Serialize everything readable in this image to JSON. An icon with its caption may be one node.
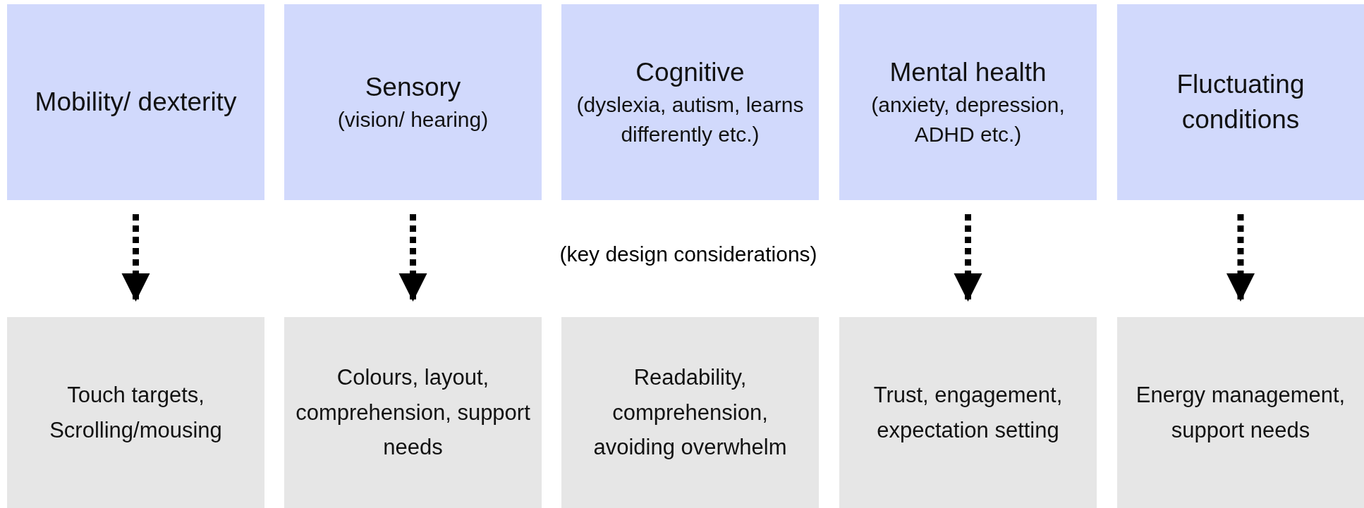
{
  "diagram": {
    "nodes": [
      {
        "text": [
          "Mobility/ dexterity"
        ]
      },
      {
        "text": [
          "Sensory",
          "(vision/ hearing)"
        ]
      },
      {
        "text": [
          "Cognitive",
          "(dyslexia, autism, learns differently etc.)"
        ]
      },
      {
        "text": [
          "Mental health",
          "(anxiety, depression, ADHD etc.)"
        ]
      },
      {
        "text": [
          "Fluctuating conditions"
        ]
      },
      {
        "text": [
          "Touch targets, Scrolling/mousing"
        ]
      },
      {
        "text": [
          "Colours, layout, comprehension, support needs"
        ]
      },
      {
        "text": [
          "Readability, comprehension, avoiding overwhelm"
        ]
      },
      {
        "text": [
          "Trust, engagement, expectation setting"
        ]
      },
      {
        "text": [
          "Energy management, support needs"
        ]
      }
    ],
    "edges": [
      {
        "from": 0,
        "to": 5,
        "arrow": "to",
        "style": "dashed"
      },
      {
        "from": 1,
        "to": 6,
        "arrow": "to",
        "style": "dashed"
      },
      {
        "from": 3,
        "to": 8,
        "arrow": "to",
        "style": "dashed"
      },
      {
        "from": 4,
        "to": 9,
        "arrow": "to",
        "style": "dashed"
      }
    ],
    "labels": [
      "(key design considerations)"
    ]
  }
}
